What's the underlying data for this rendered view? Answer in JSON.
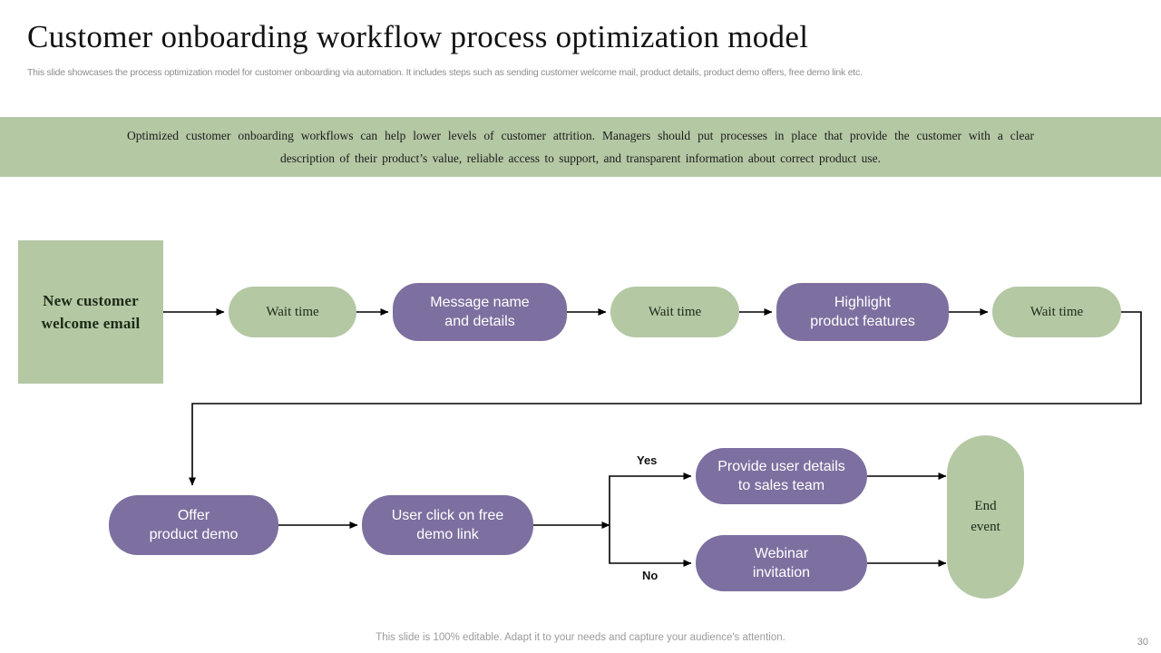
{
  "header": {
    "title": "Customer onboarding workflow process optimization model",
    "subtitle": "This slide showcases the process optimization model for customer onboarding via automation. It includes steps such as sending customer welcome mail, product details, product demo offers, free demo link etc."
  },
  "banner": {
    "text": "Optimized customer onboarding workflows can help lower levels of customer attrition. Managers should put processes in place that provide the customer with a clear description of their product’s value, reliable access to support, and transparent information about correct product use.",
    "background_color": "#b4c8a4"
  },
  "colors": {
    "green": "#b4c8a4",
    "purple": "#7d70a0",
    "connector": "#000000",
    "title_text": "#121212",
    "muted_text": "#8d8d8d"
  },
  "diagram": {
    "type": "flowchart",
    "nodes": [
      {
        "id": "start",
        "label": "New customer\nwelcome  email",
        "label_line1": "New customer",
        "label_line2": "welcome  email",
        "shape": "square",
        "color": "green"
      },
      {
        "id": "wait1",
        "label": "Wait time",
        "label_line1": "Wait time",
        "label_line2": "",
        "shape": "pill",
        "color": "green"
      },
      {
        "id": "message",
        "label": "Message name and details",
        "label_line1": "Message name",
        "label_line2": "and details",
        "shape": "pill",
        "color": "purple"
      },
      {
        "id": "wait2",
        "label": "Wait time",
        "label_line1": "Wait time",
        "label_line2": "",
        "shape": "pill",
        "color": "green"
      },
      {
        "id": "highlight",
        "label": "Highlight product features",
        "label_line1": "Highlight",
        "label_line2": "product features",
        "shape": "pill",
        "color": "purple"
      },
      {
        "id": "wait3",
        "label": "Wait time",
        "label_line1": "Wait time",
        "label_line2": "",
        "shape": "pill",
        "color": "green"
      },
      {
        "id": "offer",
        "label": "Offer product demo",
        "label_line1": "Offer",
        "label_line2": "product demo",
        "shape": "pill",
        "color": "purple"
      },
      {
        "id": "userclick",
        "label": "User click on free demo link",
        "label_line1": "User click on free",
        "label_line2": "demo link",
        "shape": "pill",
        "color": "purple"
      },
      {
        "id": "providesales",
        "label": "Provide user details to sales team",
        "label_line1": "Provide user details",
        "label_line2": "to sales team",
        "shape": "pill",
        "color": "purple"
      },
      {
        "id": "webinar",
        "label": "Webinar invitation",
        "label_line1": "Webinar",
        "label_line2": "invitation",
        "shape": "pill",
        "color": "purple"
      },
      {
        "id": "end",
        "label": "End event",
        "label_line1": "End",
        "label_line2": "event",
        "shape": "pill-tall",
        "color": "green"
      }
    ],
    "branch_labels": {
      "yes": "Yes",
      "no": "No"
    }
  },
  "footer": {
    "note": "This slide is 100% editable. Adapt it to your needs and capture your audience's attention.",
    "page_number": "30"
  }
}
